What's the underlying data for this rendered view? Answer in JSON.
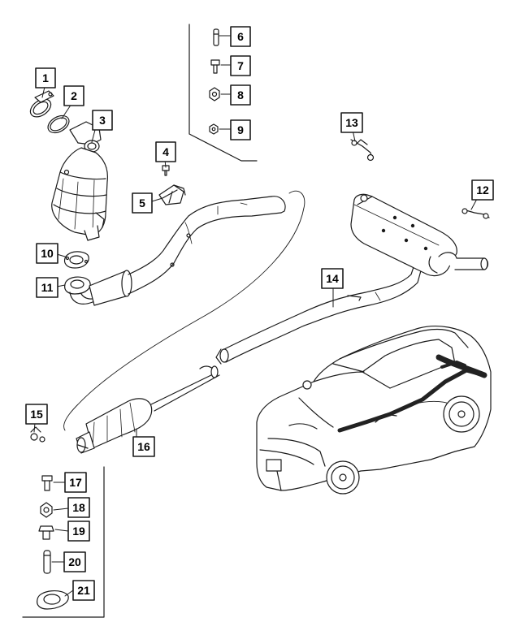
{
  "diagram": {
    "callouts": [
      {
        "id": "callout-1",
        "label": "1"
      },
      {
        "id": "callout-2",
        "label": "2"
      },
      {
        "id": "callout-3",
        "label": "3"
      },
      {
        "id": "callout-4",
        "label": "4"
      },
      {
        "id": "callout-5",
        "label": "5"
      },
      {
        "id": "callout-6",
        "label": "6"
      },
      {
        "id": "callout-7",
        "label": "7"
      },
      {
        "id": "callout-8",
        "label": "8"
      },
      {
        "id": "callout-9",
        "label": "9"
      },
      {
        "id": "callout-10",
        "label": "10"
      },
      {
        "id": "callout-11",
        "label": "11"
      },
      {
        "id": "callout-12",
        "label": "12"
      },
      {
        "id": "callout-13",
        "label": "13"
      },
      {
        "id": "callout-14",
        "label": "14"
      },
      {
        "id": "callout-15",
        "label": "15"
      },
      {
        "id": "callout-16",
        "label": "16"
      },
      {
        "id": "callout-17",
        "label": "17"
      },
      {
        "id": "callout-18",
        "label": "18"
      },
      {
        "id": "callout-19",
        "label": "19"
      },
      {
        "id": "callout-20",
        "label": "20"
      },
      {
        "id": "callout-21",
        "label": "21"
      }
    ]
  },
  "colors": {
    "line": "#1a1a1a",
    "fill": "#ffffff",
    "shade": "#d9d9d9",
    "dark": "#222222"
  }
}
